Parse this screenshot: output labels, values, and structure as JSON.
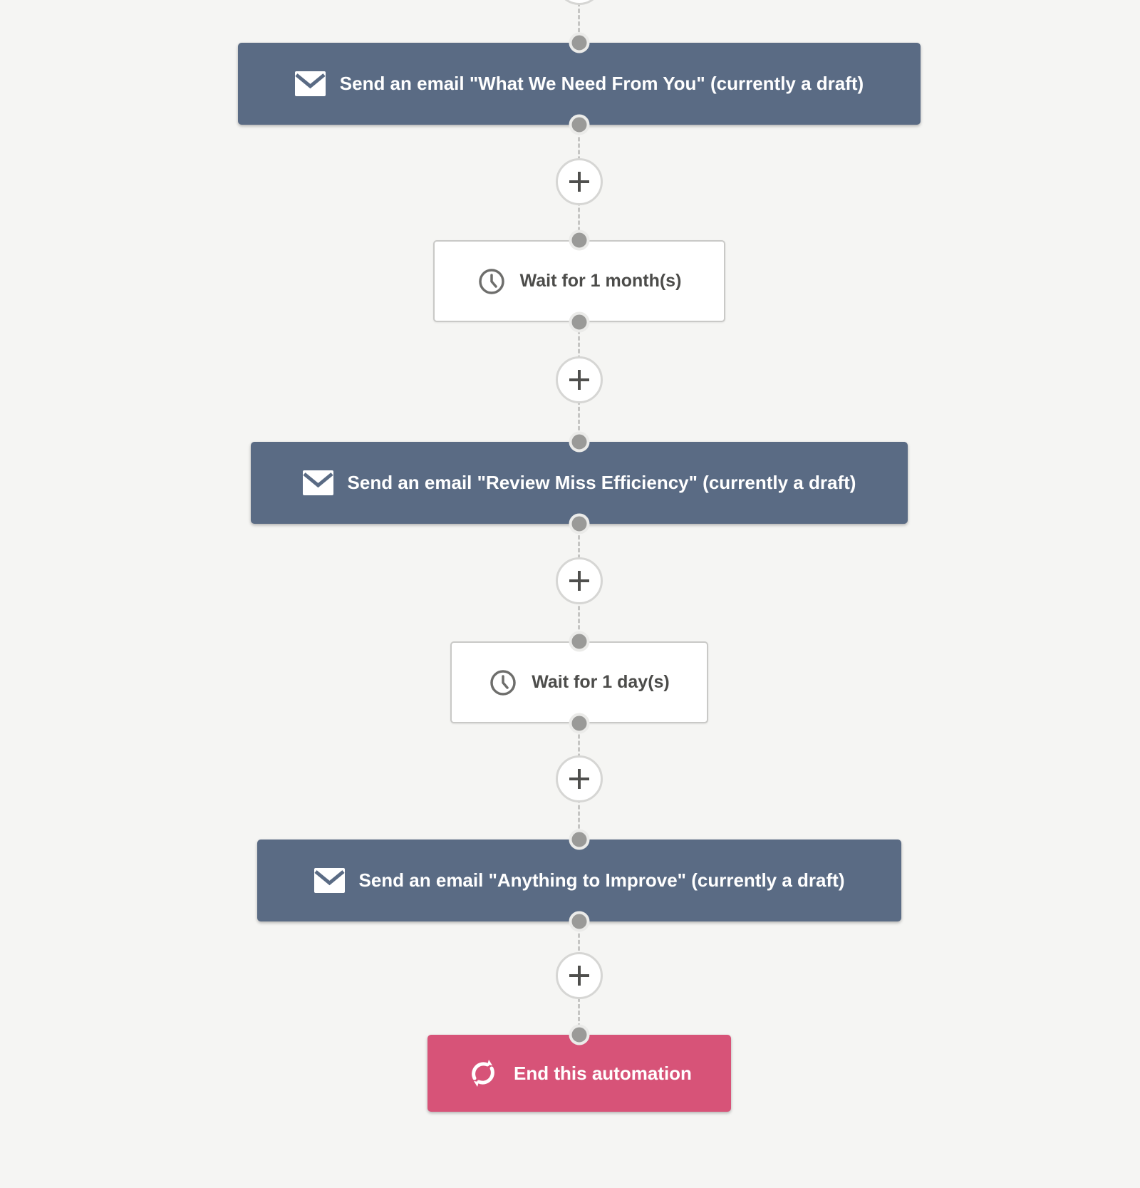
{
  "workflow": {
    "nodes": [
      {
        "type": "email",
        "icon": "envelope-icon",
        "label": "Send an email \"What We Need From You\" (currently a draft)"
      },
      {
        "type": "wait",
        "icon": "clock-icon",
        "label": "Wait for 1 month(s)"
      },
      {
        "type": "email",
        "icon": "envelope-icon",
        "label": "Send an email \"Review Miss Efficiency\" (currently a draft)"
      },
      {
        "type": "wait",
        "icon": "clock-icon",
        "label": "Wait for 1 day(s)"
      },
      {
        "type": "email",
        "icon": "envelope-icon",
        "label": "Send an email \"Anything to Improve\" (currently a draft)"
      },
      {
        "type": "end",
        "icon": "loop-arrows-icon",
        "label": "End this automation"
      }
    ],
    "add_button": {
      "tooltip": "+"
    },
    "colors": {
      "email_node": "#5a6b84",
      "end_node": "#d75378",
      "wait_node_bg": "#ffffff",
      "wait_node_border": "#c9c9c7",
      "canvas_bg": "#f5f5f3",
      "connector": "#c5c5c3",
      "joint_dot": "#9a9a98"
    }
  }
}
